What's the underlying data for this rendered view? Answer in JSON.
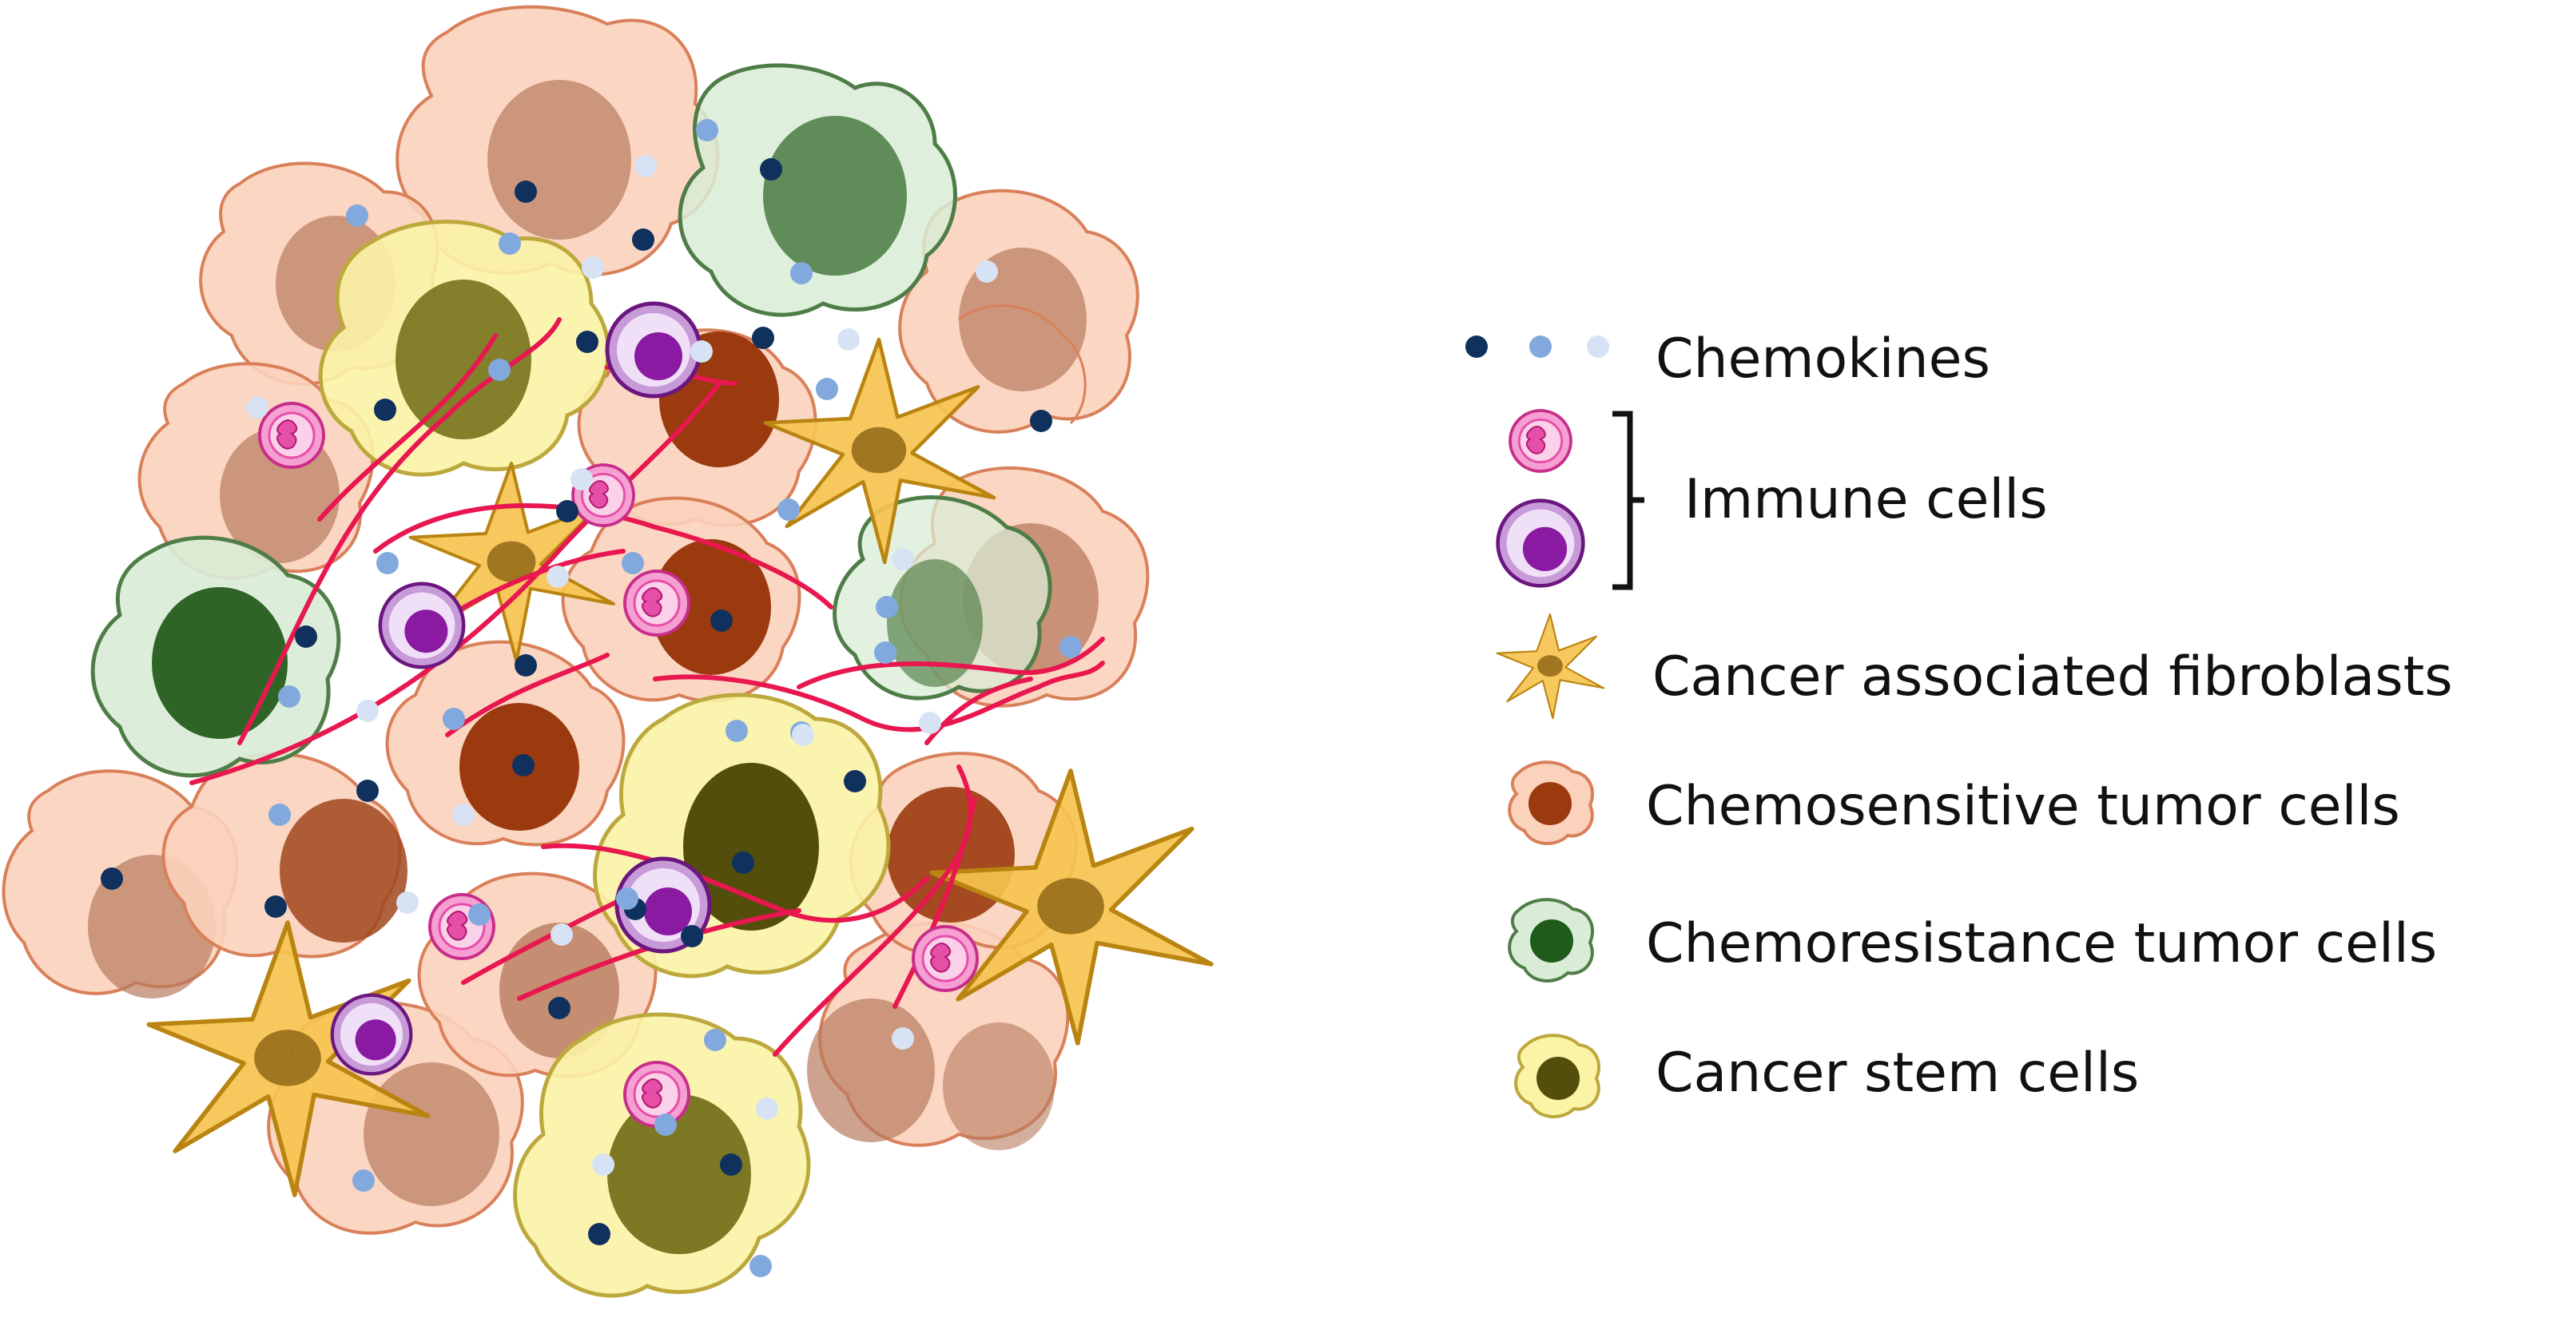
{
  "legend": {
    "chemokines": "Chemokines",
    "immune_cells": "Immune cells",
    "cafs": "Cancer associated fibroblasts",
    "chemosensitive": "Chemosensitive tumor cells",
    "chemoresistance": "Chemoresistance tumor cells",
    "stem": "Cancer stem cells"
  },
  "colors": {
    "chemosensitive_fill": "#fbd2bb",
    "chemosensitive_stroke": "#d9805a",
    "chemosensitive_nucleus": "#9a3a0e",
    "chemoresistance_fill": "#d8ecd6",
    "chemoresistance_stroke": "#4f7d47",
    "chemoresistance_nucleus": "#2e6425",
    "stem_fill": "#fbf3a6",
    "stem_stroke": "#bda83d",
    "stem_nucleus": "#534e0c",
    "caf_fill": "#f6c34f",
    "caf_stroke": "#b98410",
    "caf_nucleus": "#8a5f0a",
    "immune_pink": "#e64fa8",
    "immune_purple": "#8b1aa3",
    "chemokine_dark": "#10315e",
    "chemokine_mid": "#82a9dd",
    "chemokine_light": "#d7e3f4",
    "fibers": "#e8174f"
  }
}
